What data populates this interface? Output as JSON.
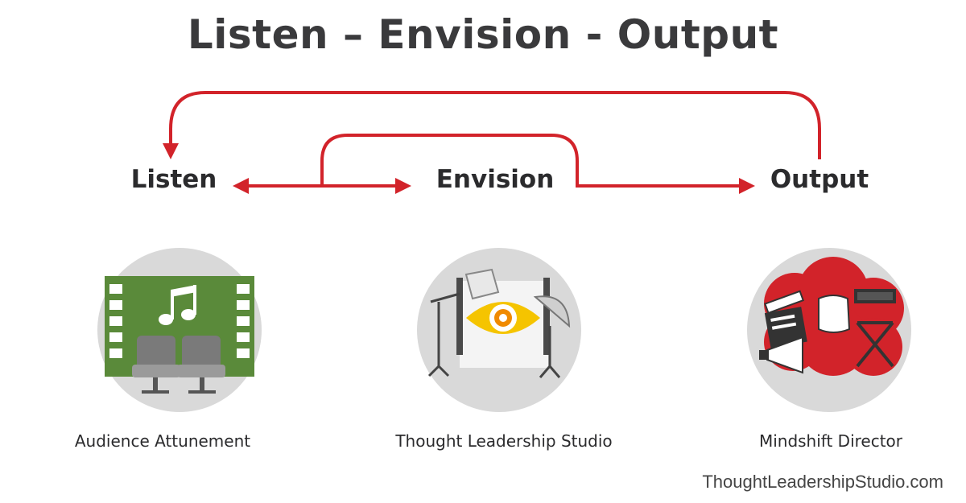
{
  "title": "Listen – Envision - Output",
  "stages": [
    {
      "label": "Listen",
      "caption": "Audience Attunement",
      "icon": "theater-seats-icon"
    },
    {
      "label": "Envision",
      "caption": "Thought Leadership Studio",
      "icon": "studio-eye-icon"
    },
    {
      "label": "Output",
      "caption": "Mindshift Director",
      "icon": "director-tools-icon"
    }
  ],
  "website": "ThoughtLeadershipStudio.com",
  "colors": {
    "arrow": "#d2232a",
    "text": "#2b2b2d",
    "circle": "#d9d9d9",
    "green": "#5a8a3a",
    "eye": "#f5c400"
  }
}
